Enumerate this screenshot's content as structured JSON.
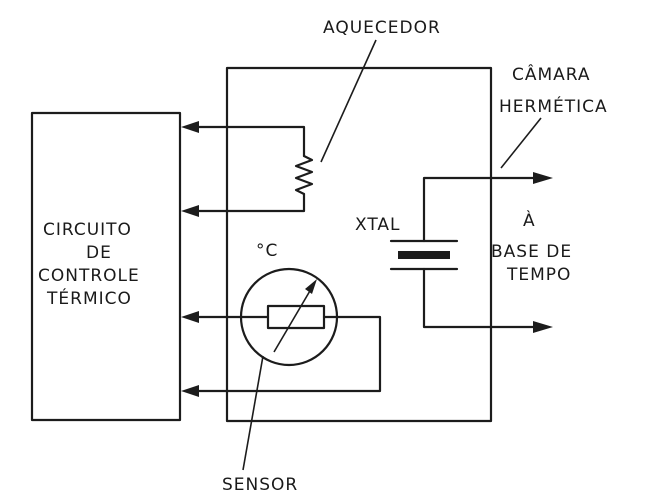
{
  "labels": {
    "heater": "AQUECEDOR",
    "chamber_line1": "CÂMARA",
    "chamber_line2": "HERMÉTICA",
    "control_line1": "CIRCUITO",
    "control_line2": "DE",
    "control_line3": "CONTROLE",
    "control_line4": "TÉRMICO",
    "crystal": "XTAL",
    "degree": "°C",
    "output_line1": "À",
    "output_line2": "BASE DE",
    "output_line3": "TEMPO",
    "sensor": "SENSOR"
  }
}
